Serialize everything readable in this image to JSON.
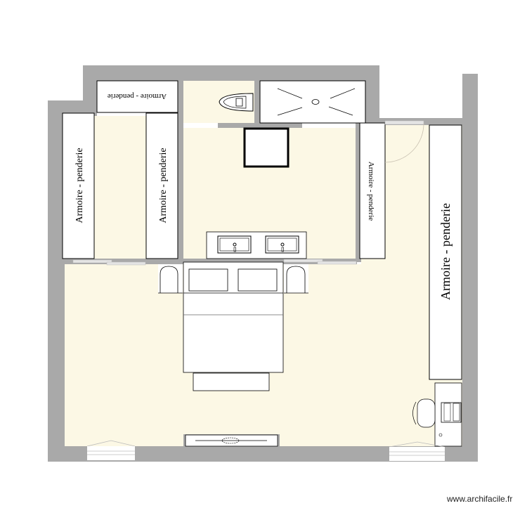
{
  "plan": {
    "colors": {
      "wall": "#a9a9a9",
      "floor": "#fcf8e5",
      "furniture": "#ffffff",
      "outline": "#000000",
      "door": "#d0d0d0"
    },
    "wardrobes": [
      {
        "label": "Armoire - penderie"
      },
      {
        "label": "Armoire - penderie"
      },
      {
        "label": "Armoire - penderie"
      },
      {
        "label": "Armoire - penderie"
      },
      {
        "label": "Armoire - penderie"
      }
    ],
    "fixtures": [
      "toilet",
      "shower",
      "double-sink",
      "square-cabinet",
      "double-bed",
      "bench",
      "nightstands",
      "desk",
      "office-chair",
      "radiator",
      "windows",
      "doors"
    ]
  },
  "watermark": "www.archifacile.fr"
}
